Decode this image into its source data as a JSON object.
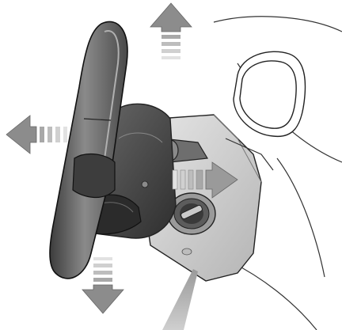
{
  "illustration": {
    "subject": "steering-wheel-adjustment",
    "arrows": [
      {
        "icon": "arrow-up-icon",
        "direction": "up"
      },
      {
        "icon": "arrow-down-icon",
        "direction": "down"
      },
      {
        "icon": "arrow-left-icon",
        "direction": "toward-driver"
      },
      {
        "icon": "arrow-right-icon",
        "direction": "away-from-driver"
      }
    ],
    "colors": {
      "background": "#ffffff",
      "wheel_rim": "#5a5a5a",
      "column": "#4a4a4a",
      "dash_panel": "#d4d4d4",
      "arrow": "#8c8c8c",
      "outline": "#222222"
    }
  }
}
